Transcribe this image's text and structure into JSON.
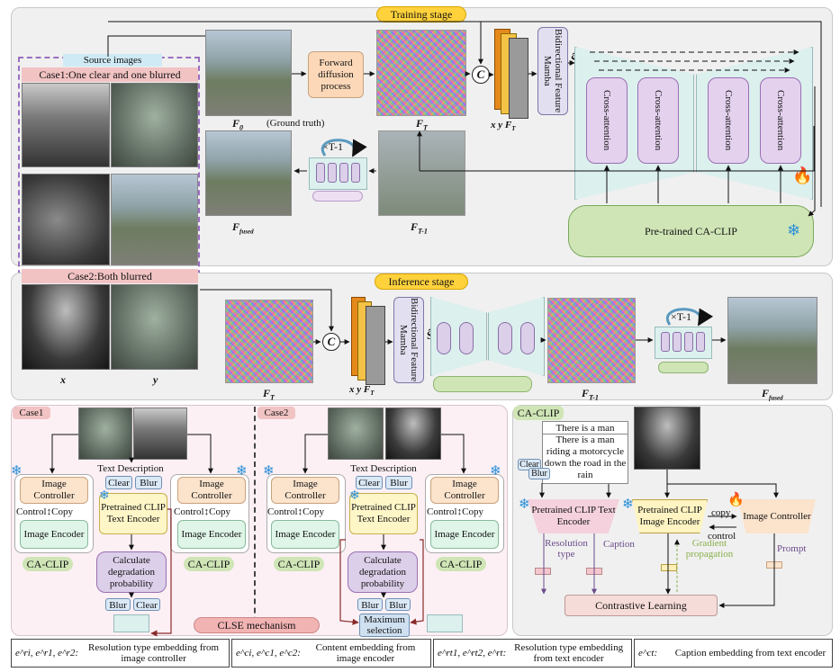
{
  "training": {
    "title": "Training stage",
    "source_images": "Source images",
    "case1": "Case1:One clear and one blurred",
    "case2": "Case2:Both blurred",
    "forward": "Forward diffusion process",
    "f0": "F",
    "f0_sub": "0",
    "ground_truth": "(Ground truth)",
    "ft": "F",
    "ft_sub": "T",
    "ftm1": "F",
    "ftm1_sub": "T-1",
    "ffused": "F",
    "ffused_sub": "fused",
    "times": "×T-1",
    "concat": "C",
    "x": "x",
    "y": "y",
    "mamba": "Bidirectional Feature Mamba",
    "s_hat": "Ŝ",
    "cross_attention": "Cross-attention",
    "ca_clip": "Pre-trained CA-CLIP"
  },
  "inference": {
    "title": "Inference stage",
    "x": "x",
    "y": "y",
    "ft": "F",
    "ft_sub": "T",
    "ftm1": "F",
    "ftm1_sub": "T-1",
    "ffused": "F",
    "ffused_sub": "fused",
    "times": "×T-1",
    "concat": "C",
    "mamba": "Bidirectional Feature Mamba",
    "s_hat": "Ŝ"
  },
  "clse": {
    "case1": "Case1",
    "case2": "Case2",
    "text_description": "Text Description",
    "clear": "Clear",
    "blur": "Blur",
    "pretrained_clip": "Pretrained CLIP Text Encoder",
    "image_controller": "Image Controller",
    "image_encoder": "Image Encoder",
    "control": "Control",
    "copy": "Copy",
    "ca_clip": "CA-CLIP",
    "calc": "Calculate degradation probability",
    "max_sel": "Maximum selection",
    "mechanism": "CLSE mechanism"
  },
  "caclip": {
    "title": "CA-CLIP",
    "caption1": "There is a man",
    "caption2": "There is a man riding a motorcycle down the road in the rain",
    "clear": "Clear",
    "blur": "Blur",
    "text_encoder": "Pretrained CLIP Text Encoder",
    "image_encoder": "Pretrained CLIP Image Encoder",
    "image_controller": "Image Controller",
    "copy": "copy",
    "control": "control",
    "resolution_type": "Resolution type",
    "caption": "Caption",
    "gradient": "Gradient propagation",
    "prompt": "Prompt",
    "contrastive": "Contrastive Learning"
  },
  "legend": [
    {
      "sym": "e^ri, e^r1, e^r2:",
      "desc": "Resolution type embedding from image controller"
    },
    {
      "sym": "e^ci, e^c1, e^c2:",
      "desc": "Content embedding from image encoder"
    },
    {
      "sym": "e^rt1, e^rt2, e^rt:",
      "desc": "Resolution type embedding from text encoder"
    },
    {
      "sym": "e^ct:",
      "desc": "Caption embedding from text encoder"
    }
  ],
  "colors": {
    "stage_label": "#ffd23c",
    "ca_clip_green": "#cfe5b6",
    "cross_attn": "#e4d1ee",
    "pink_panel": "#fbeef3"
  }
}
